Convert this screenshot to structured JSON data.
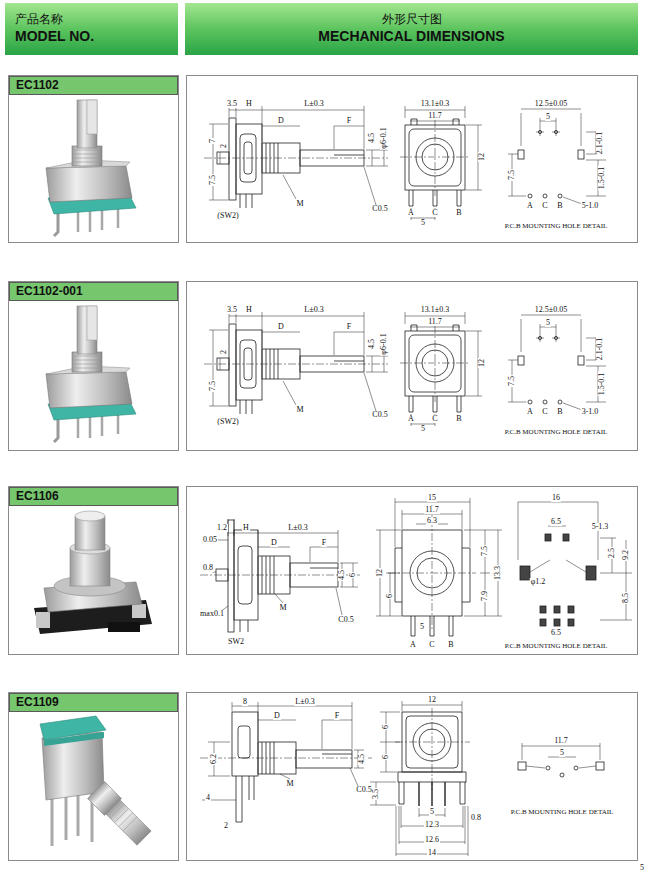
{
  "diagram": {
    "nodes": [
      {
        "text": [
          "产品名称",
          "MODEL NO."
        ]
      },
      {
        "text": [
          "外形尺寸图",
          "MECHANICAL DIMENSIONS"
        ]
      },
      {
        "text": [
          "EC1102"
        ]
      },
      {
        "text": [
          "EC1102-001"
        ]
      },
      {
        "text": [
          "EC1106"
        ]
      },
      {
        "text": [
          "EC1109"
        ]
      }
    ],
    "labels": [
      "3.5",
      "H",
      "L±0.3",
      "D",
      "F",
      "4.5",
      "φ6-0.1",
      "2",
      "7",
      "7.5",
      "(SW2)",
      "M",
      "C0.5",
      "13.1±0.3",
      "11.7",
      "12",
      "A",
      "C",
      "B",
      "5",
      "12.5±0.05",
      "5",
      "2.1-0.1",
      "7.5",
      "1.5-0.1",
      "A",
      "C",
      "B",
      "5-1.0",
      "P.C.B MOUNTING HOLE DETAIL",
      "3.5",
      "H",
      "L±0.3",
      "D",
      "F",
      "4.5",
      "φ6-0.1",
      "2",
      "7.5",
      "(SW2)",
      "M",
      "C0.5",
      "13.1±0.3",
      "11.7",
      "12",
      "A",
      "C",
      "B",
      "5",
      "12.5±0.05",
      "5",
      "2.1-0.1",
      "7.5",
      "1.5-0.1",
      "A",
      "C",
      "B",
      "3-1.0",
      "P.C.B MOUNTING HOLE DETAIL",
      "1.2",
      "H",
      "L±0.3",
      "0.05",
      "D",
      "F",
      "0.8",
      "4.5",
      "6",
      "max0.1",
      "SW2",
      "M",
      "C0.5",
      "15",
      "11.7",
      "6.3",
      "12",
      "6",
      "7.5",
      "13.3",
      "7.9",
      "A",
      "C",
      "B",
      "5",
      "16",
      "6.5",
      "5-1.3",
      "φ1.2",
      "2.5",
      "9.2",
      "8.5",
      "6.5",
      "P.C.B MOUNTING HOLE DETAIL",
      "8",
      "L±0.3",
      "D",
      "F",
      "4.5",
      "6.2",
      "M",
      "C0.5",
      "4",
      "2",
      "12",
      "6",
      "6",
      "3.5",
      "5",
      "12.3",
      "0.8",
      "12.6",
      "14",
      "11.7",
      "5",
      "P.C.B MOUNTING HOLE DETAIL",
      "5"
    ]
  }
}
